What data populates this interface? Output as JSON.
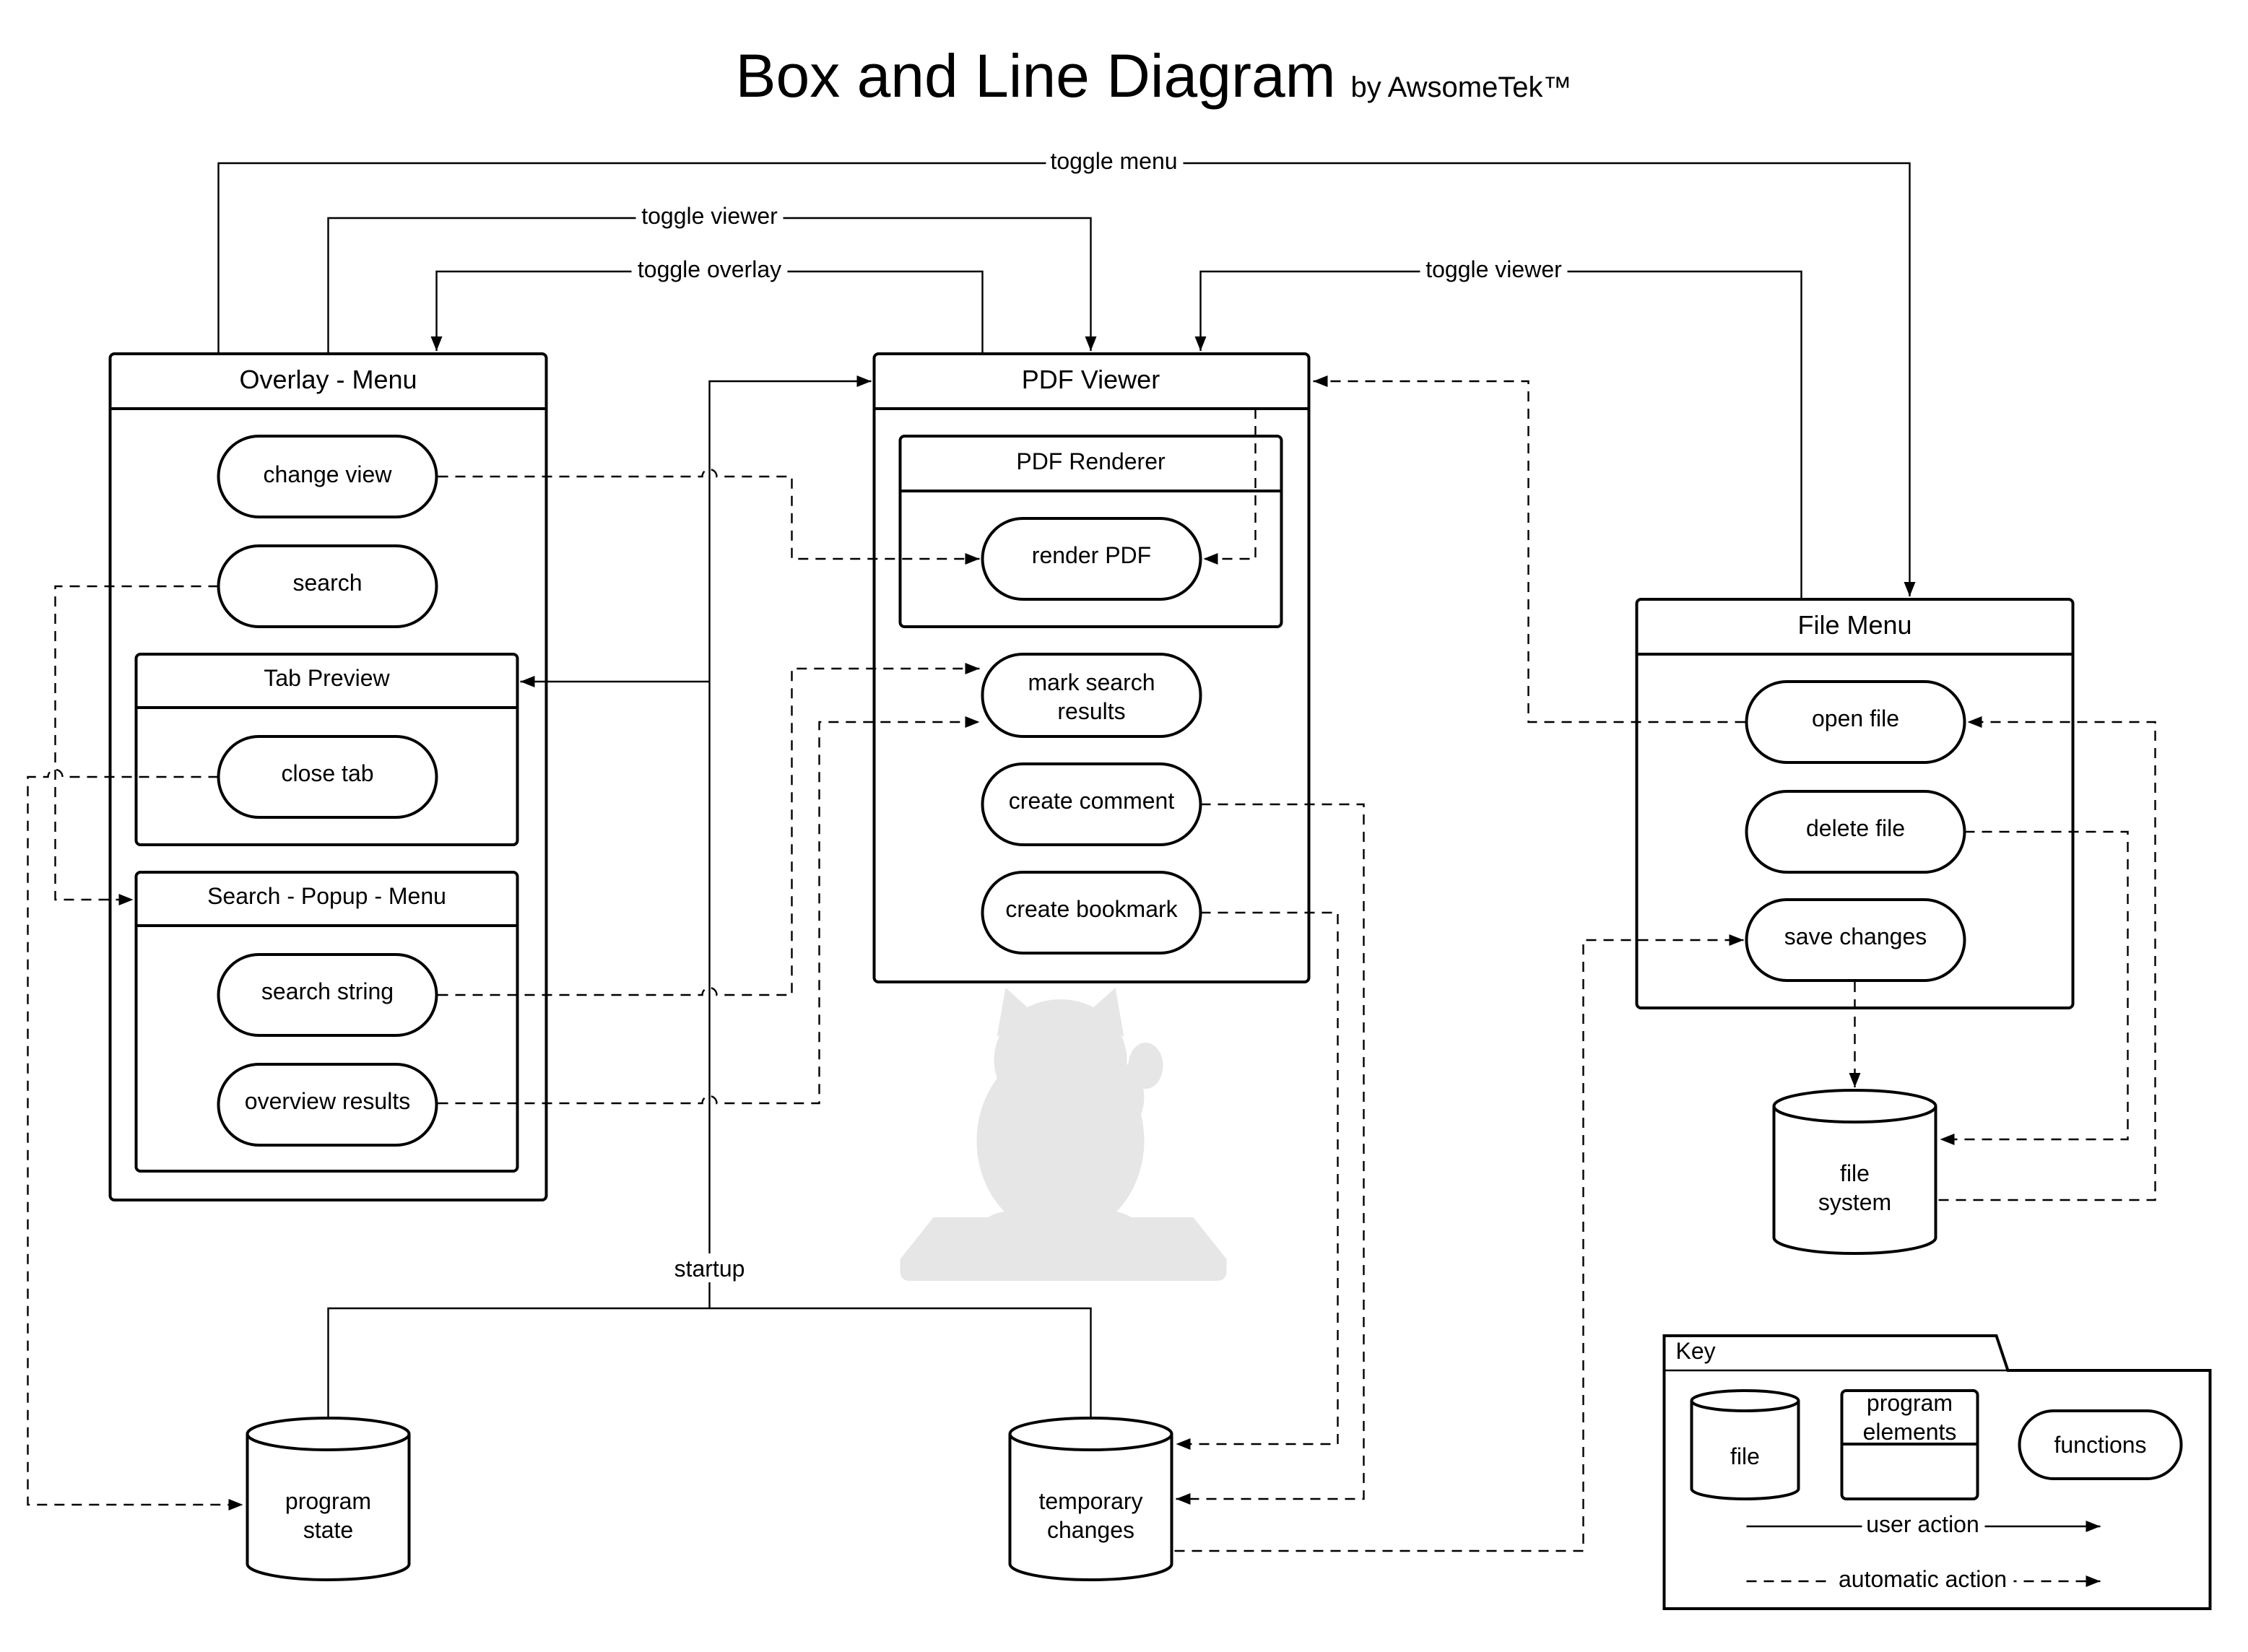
{
  "title": "Box and Line Diagram",
  "byline": "by AwsomeTek™",
  "containers": {
    "overlay_menu": "Overlay - Menu",
    "pdf_viewer": "PDF Viewer",
    "file_menu": "File Menu",
    "tab_preview": "Tab Preview",
    "search_popup_menu": "Search - Popup - Menu",
    "pdf_renderer": "PDF Renderer"
  },
  "functions": {
    "change_view": "change view",
    "search": "search",
    "close_tab": "close tab",
    "search_string": "search string",
    "overview_results": "overview results",
    "render_pdf": "render PDF",
    "mark_search_results": [
      "mark search",
      "results"
    ],
    "create_comment": "create comment",
    "create_bookmark": "create bookmark",
    "open_file": "open file",
    "delete_file": "delete file",
    "save_changes": "save changes"
  },
  "stores": {
    "file_system": [
      "file",
      "system"
    ],
    "program_state": [
      "program",
      "state"
    ],
    "temporary_changes": [
      "temporary",
      "changes"
    ]
  },
  "edge_labels": {
    "toggle_menu": "toggle menu",
    "toggle_viewer_left": "toggle viewer",
    "toggle_overlay": "toggle overlay",
    "toggle_viewer_right": "toggle viewer",
    "startup": "startup"
  },
  "key": {
    "title": "Key",
    "file": "file",
    "program_elements": [
      "program",
      "elements"
    ],
    "functions": "functions",
    "user_action": "user action",
    "automatic_action": "automatic action"
  },
  "decoration": {
    "mascot": "lucky-cat-figurine",
    "mascot_color": "#e6e6e6"
  },
  "colors": {
    "line": "#000000",
    "background": "#ffffff"
  }
}
